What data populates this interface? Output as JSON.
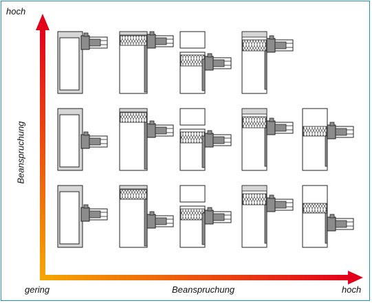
{
  "labels": {
    "y_top": "hoch",
    "y_axis": "Beanspruchung",
    "origin": "gering",
    "x_axis": "Beanspruchung",
    "x_end": "hoch"
  },
  "colors": {
    "frame": "#1f8fd6",
    "arrow_start": "#f5a800",
    "arrow_end": "#e3001b",
    "profile_gray": "#8c8c8c",
    "profile_light": "#d6d6d6",
    "outline": "#222222"
  },
  "grid": {
    "rows": 3,
    "row_counts": [
      4,
      5,
      5
    ]
  }
}
